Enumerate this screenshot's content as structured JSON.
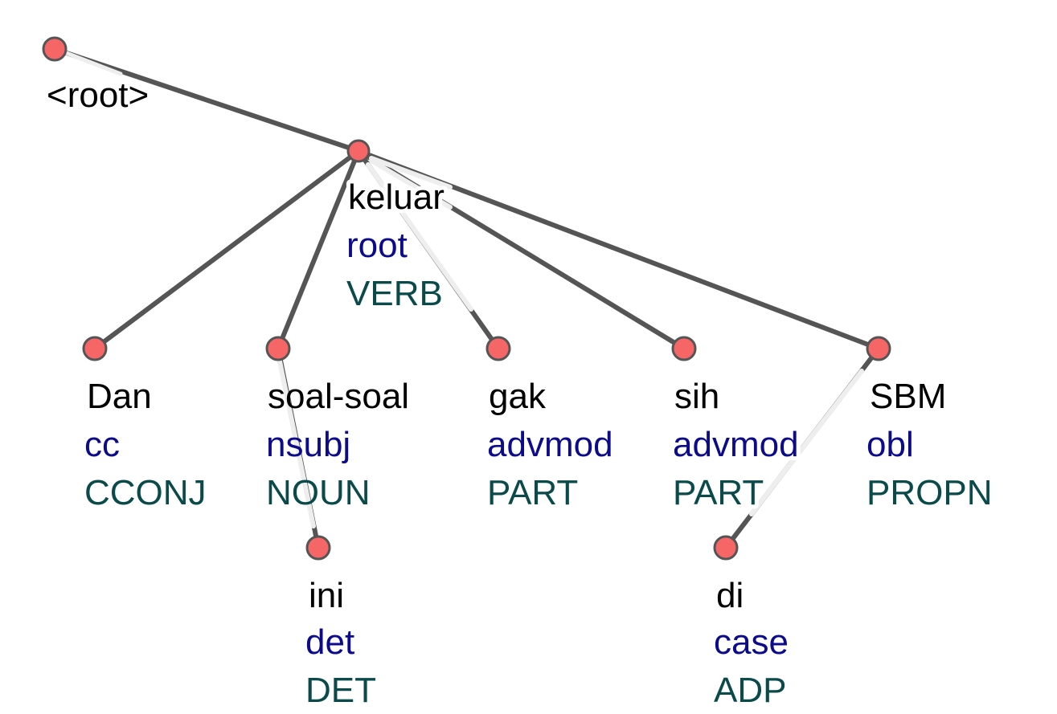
{
  "root": {
    "label": "<root>"
  },
  "tokens": [
    {
      "id": "keluar",
      "form": "keluar",
      "deprel": "root",
      "upos": "VERB",
      "head": "root"
    },
    {
      "id": "dan",
      "form": "Dan",
      "deprel": "cc",
      "upos": "CCONJ",
      "head": "keluar"
    },
    {
      "id": "soal-soal",
      "form": "soal-soal",
      "deprel": "nsubj",
      "upos": "NOUN",
      "head": "keluar"
    },
    {
      "id": "gak",
      "form": "gak",
      "deprel": "advmod",
      "upos": "PART",
      "head": "keluar"
    },
    {
      "id": "sih",
      "form": "sih",
      "deprel": "advmod",
      "upos": "PART",
      "head": "keluar"
    },
    {
      "id": "sbm",
      "form": "SBM",
      "deprel": "obl",
      "upos": "PROPN",
      "head": "keluar"
    },
    {
      "id": "ini",
      "form": "ini",
      "deprel": "det",
      "upos": "DET",
      "head": "soal-soal"
    },
    {
      "id": "di",
      "form": "di",
      "deprel": "case",
      "upos": "ADP",
      "head": "sbm"
    }
  ],
  "colors": {
    "node_fill": "#f76667",
    "edge": "#555555",
    "form": "#000000",
    "deprel": "#0b0b8c",
    "upos": "#0a4a4a"
  }
}
